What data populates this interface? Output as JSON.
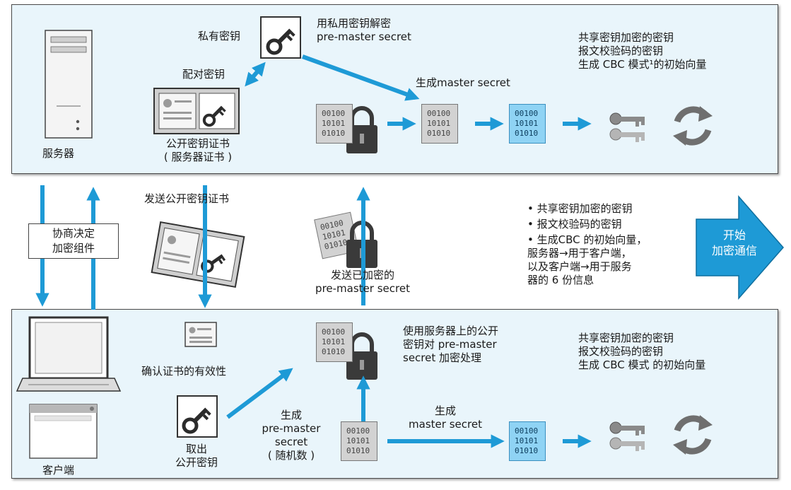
{
  "server": {
    "label": "服务器",
    "private_key_label": "私有密钥",
    "decrypt_label": "用私用密钥解密\npre-master secret",
    "pair_key_label": "配对密钥",
    "cert_label": "公开密钥证书\n( 服务器证书 )",
    "gen_master_label": "生成master secret",
    "keys_text": "共享密钥加密的密钥\n报文校验码的密钥\n生成 CBC 模式¹的初始向量"
  },
  "middle": {
    "negotiate_label": "协商决定\n加密组件",
    "send_cert_label": "发送公开密钥证书",
    "send_encrypted_label": "发送已加密的\npre-master secret",
    "info_items": [
      "• 共享密钥加密的密钥",
      "• 报文校验码的密钥",
      "• 生成CBC 的初始向量，\n  服务器→用于客户端，\n  以及客户端→用于服务\n  器的 6 份信息"
    ],
    "start_label": "开始\n加密通信"
  },
  "client": {
    "label": "客户端",
    "verify_label": "确认证书的有效性",
    "take_key_label": "取出\n公开密钥",
    "gen_premaster_label": "生成\npre-master\nsecret\n( 随机数 )",
    "encrypt_label": "使用服务器上的公开\n密钥对 pre-master\nsecret 加密处理",
    "gen_master_label": "生成\nmaster secret",
    "keys_text": "共享密钥加密的密钥\n报文校验码的密钥\n生成 CBC 模式 的初始向量"
  },
  "binary_block": "00100\n10101\n01010",
  "colors": {
    "arrow": "#1e9ad6",
    "panel": "#e9f5fb",
    "binary_gray": "#d2d2d2",
    "binary_blue": "#8fd3f4",
    "lock": "#3a3a3a"
  },
  "icons": [
    "server-icon",
    "laptop-icon",
    "browser-window-icon",
    "key-icon",
    "lock-icon",
    "certificate-icon",
    "refresh-icon",
    "key-pair-icon"
  ]
}
